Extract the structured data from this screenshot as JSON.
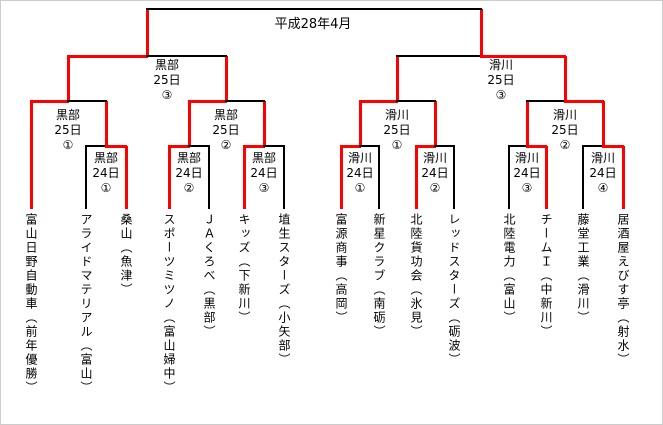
{
  "title": "平成28年4月",
  "colors": {
    "winner_path": "#ff0000",
    "line": "#000000"
  },
  "semifinals": [
    {
      "site": "黒部",
      "date": "25日",
      "num": "③"
    },
    {
      "site": "滑川",
      "date": "25日",
      "num": "③"
    }
  ],
  "quarterfinals": [
    {
      "site": "黒部",
      "date": "25日",
      "num": "①"
    },
    {
      "site": "黒部",
      "date": "25日",
      "num": "②"
    },
    {
      "site": "滑川",
      "date": "25日",
      "num": "①"
    },
    {
      "site": "滑川",
      "date": "25日",
      "num": "②"
    }
  ],
  "first_round": [
    {
      "site": "黒部",
      "date": "24日",
      "num": "①"
    },
    {
      "site": "黒部",
      "date": "24日",
      "num": "②"
    },
    {
      "site": "黒部",
      "date": "24日",
      "num": "③"
    },
    {
      "site": "滑川",
      "date": "24日",
      "num": "①"
    },
    {
      "site": "滑川",
      "date": "24日",
      "num": "②"
    },
    {
      "site": "滑川",
      "date": "24日",
      "num": "③"
    },
    {
      "site": "滑川",
      "date": "24日",
      "num": "④"
    }
  ],
  "teams": [
    {
      "name": "富山日野自動車（前年優勝）"
    },
    {
      "name": "アライドマテリアル（富山）"
    },
    {
      "name": "桑山（魚津）"
    },
    {
      "name": "スポーツミツノ（富山婦中）"
    },
    {
      "name": "ＪＡくろべ（黒部）"
    },
    {
      "name": "キッズ（下新川）"
    },
    {
      "name": "埴生スターズ（小矢部）"
    },
    {
      "name": "富源商事（高岡）"
    },
    {
      "name": "新星クラブ（南砺）"
    },
    {
      "name": "北陸貨功会（氷見）"
    },
    {
      "name": "レッドスターズ（砺波）"
    },
    {
      "name": "北陸電力（富山）"
    },
    {
      "name": "チームＩ（中新川）"
    },
    {
      "name": "藤堂工業（滑川）"
    },
    {
      "name": "居酒屋えびす亭（射水）"
    }
  ]
}
